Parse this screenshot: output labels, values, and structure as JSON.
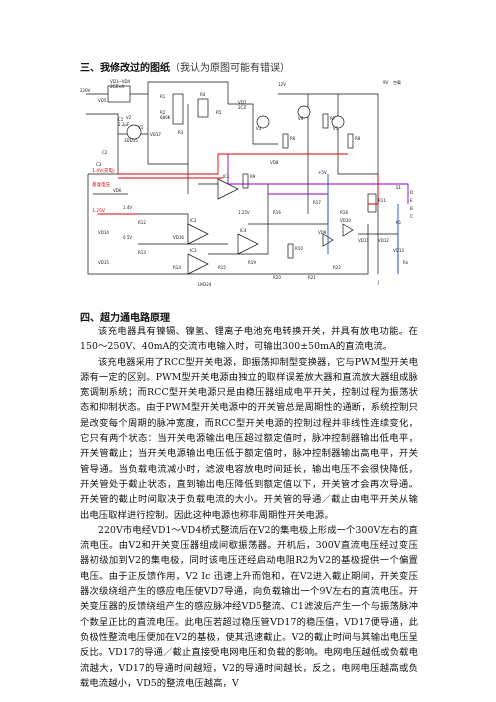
{
  "section3": {
    "title": "三、我修改过的图纸",
    "note": "（我认为原图可能有错误）"
  },
  "figure": {
    "labels": [
      "220V",
      "VD1~VD4",
      "2CZ×4",
      "C1",
      "2.2μF",
      "R1",
      "R2",
      "680K",
      "V1",
      "C3",
      "3DD15",
      "VD17",
      "R3",
      "VD7",
      "2CZ",
      "C2",
      "R4",
      "R5",
      "R6",
      "R7",
      "R8",
      "R9",
      "R10",
      "R11",
      "R12",
      "R13",
      "R14",
      "R15",
      "R16",
      "R17",
      "R18",
      "R19",
      "R20",
      "R21",
      "R22",
      "V2",
      "V3",
      "V4",
      "V5",
      "IC1",
      "IC2",
      "IC3",
      "IC4",
      "LM324",
      "VD5",
      "VD6",
      "VD8",
      "VD9",
      "VD10",
      "VD11",
      "VD12",
      "VD13",
      "VD14",
      "VD15",
      "VD16",
      "9V",
      "空载",
      "S1",
      "K1",
      "Rx",
      "12V",
      "1.25V",
      "1.4V",
      "0.5V",
      "+5V",
      "D",
      "E",
      "B",
      "C",
      "J"
    ],
    "red_labels": [
      "1.4V(充电)",
      "基准电压",
      "1.25V"
    ]
  },
  "section4": {
    "title": "四、超力通电路原理",
    "paragraphs": [
      "该充电器具有镍镉、镍氢、锂离子电池充电转换开关，并具有放电功能。在150～250V、40mA的交流市电输入时，可输出300±50mA的直流电流。",
      "该充电器采用了RCC型开关电源，即振荡抑制型变换器，它与PWM型开关电源有一定的区别。PWM型开关电源由独立的取样误差放大器和直流放大器组成脉宽调制系统；而RCC型开关电源只是由稳压器组成电平开关，控制过程为振荡状态和抑制状态。由于PWM型开关电源中的开关管总是周期性的通断，系统控制只是改变每个周期的脉冲宽度，而RCC型开关电源的控制过程并非线性连续变化，它只有两个状态：当开关电源输出电压超过额定值时，脉冲控制器输出低电平，开关管截止；当开关电源输出电压低于额定值时，脉冲控制器输出高电平，开关管导通。当负载电流减小时，滤波电容放电时间延长，输出电压不会很快降低，开关管处于截止状态，直到输出电压降低到额定值以下，开关管才会再次导通。开关管的截止时间取决于负载电流的大小。开关管的导通／截止由电平开关从输出电压取样进行控制。因此这种电源也称非周期性开关电源。",
      "220V市电经VD1～VD4桥式整流后在V2的集电极上形成一个300V左右的直流电压。由V2和开关变压器组成间歇振荡器。开机后，300V直流电压经过变压器初级加到V2的集电极，同时该电压还经启动电阻R2为V2的基极提供一个偏置电压。由于正反馈作用，V2 Ic 迅速上升而饱和，在V2进入截止期间，开关变压器次级绕组产生的感应电压使VD7导通，向负载输出一个9V左右的直流电压。开关变压器的反馈绕组产生的感应脉冲经VD5整流、C1滤波后产生一个与振荡脉冲个数呈正比的直流电压。此电压若超过稳压管VD17的稳压值，VD17便导通，此负极性整流电压便加在V2的基极，使其迅速截止。V2的截止时间与其输出电压呈反比。VD17的导通／截止直接受电网电压和负载的影响。电网电压越低或负载电流越大，VD17的导通时间越短，V2的导通时间越长，反之，电网电压越高或负载电流越小，VD5的整流电压越高，V"
    ]
  },
  "colors": {
    "wire": "#111111",
    "red_wire": "#e00000",
    "purple_wire": "#8a00c8",
    "blue_wire": "#1a4fd0"
  }
}
